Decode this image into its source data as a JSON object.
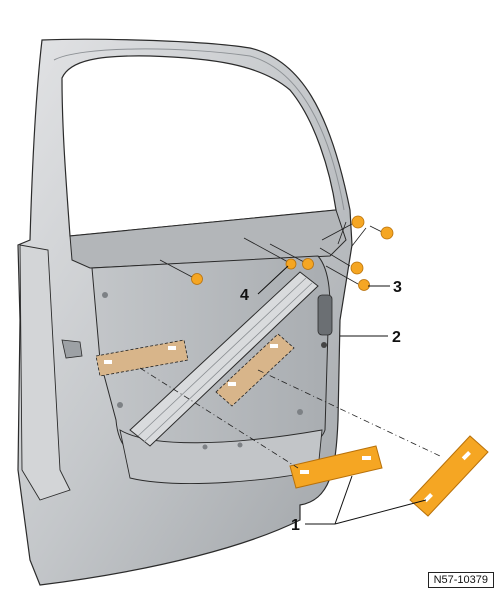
{
  "callouts": [
    {
      "id": "1",
      "label": "1"
    },
    {
      "id": "2",
      "label": "2"
    },
    {
      "id": "3",
      "label": "3"
    },
    {
      "id": "4",
      "label": "4"
    }
  ],
  "figure_code": "N57-10379",
  "colors": {
    "frame": "#c9cbce",
    "frame_shadow": "#9ea2a6",
    "panel": "#b7babd",
    "outline": "#2b2b2b",
    "pad_fill": "#f5a623",
    "pad_outline": "#b8710a",
    "pad_on_panel": "#d8b58a",
    "dot_fill": "#f5a623"
  }
}
